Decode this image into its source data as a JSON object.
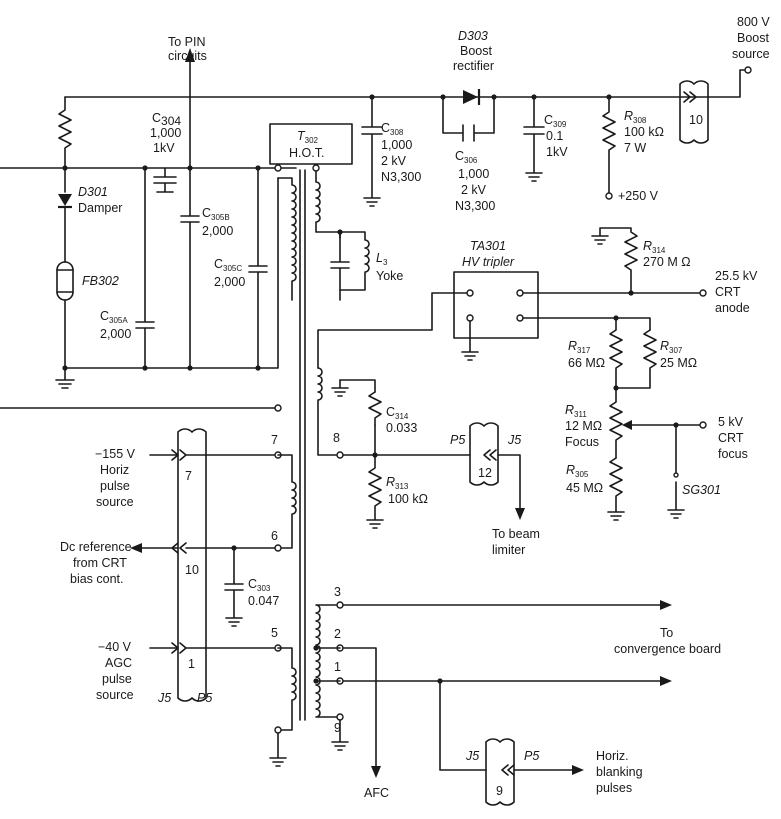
{
  "labels": {
    "to_pin_1": "To PIN",
    "to_pin_2": "circuits",
    "d303_1": "D303",
    "d303_2": "Boost",
    "d303_3": "rectifier",
    "boost_1": "800 V",
    "boost_2": "Boost",
    "boost_3": "source",
    "c304_name": "C",
    "c304_sub": "304",
    "c304_v1": "1,000",
    "c304_v2": "1kV",
    "t302_name": "T",
    "t302_sub": "302",
    "t302_desc": "H.O.T.",
    "c308_name": "C",
    "c308_sub": "308",
    "c308_v1": "1,000",
    "c308_v2": "2 kV",
    "c308_v3": "N3,300",
    "c306_name": "C",
    "c306_sub": "306",
    "c306_v1": "1,000",
    "c306_v2": "2 kV",
    "c306_v3": "N3,300",
    "c309_name": "C",
    "c309_sub": "309",
    "c309_v1": "0.1",
    "c309_v2": "1kV",
    "r308_name": "R",
    "r308_sub": "308",
    "r308_v1": "100 kΩ",
    "r308_v2": "7 W",
    "plus250": "+250 V",
    "conn10": "10",
    "d301_1": "D301",
    "d301_2": "Damper",
    "c305b_name": "C",
    "c305b_sub": "305B",
    "c305b_v": "2,000",
    "c305c_name": "C",
    "c305c_sub": "305C",
    "c305c_v": "2,000",
    "fb302": "FB302",
    "l3_name": "L",
    "l3_sub": "3",
    "l3_desc": "Yoke",
    "c305a_name": "C",
    "c305a_sub": "305A",
    "c305a_v": "2,000",
    "ta301_1": "TA301",
    "ta301_2": "HV tripler",
    "r314_name": "R",
    "r314_sub": "314",
    "r314_v": "270 M Ω",
    "anode_1": "25.5 kV",
    "anode_2": "CRT",
    "anode_3": "anode",
    "r317_name": "R",
    "r317_sub": "317",
    "r317_v": "66 MΩ",
    "r307_name": "R",
    "r307_sub": "307",
    "r307_v": "25 MΩ",
    "c314_name": "C",
    "c314_sub": "314",
    "c314_v": "0.033",
    "r311_name": "R",
    "r311_sub": "311",
    "r311_v1": "12 MΩ",
    "r311_v2": "Focus",
    "focus_1": "5 kV",
    "focus_2": "CRT",
    "focus_3": "focus",
    "pin8": "8",
    "p5_a": "P5",
    "j5_a": "J5",
    "conn12": "12",
    "r313_name": "R",
    "r313_sub": "313",
    "r313_v": "100 kΩ",
    "r305_name": "R",
    "r305_sub": "305",
    "r305_v": "45 MΩ",
    "sg301": "SG301",
    "beam_1": "To beam",
    "beam_2": "limiter",
    "hps_1": "−155 V",
    "hps_2": "Horiz",
    "hps_3": "pulse",
    "hps_4": "source",
    "conn7": "7",
    "pin7": "7",
    "dcref_1": "Dc reference",
    "dcref_2": "from CRT",
    "dcref_3": "bias cont.",
    "conn10b": "10",
    "pin6": "6",
    "c303_name": "C",
    "c303_sub": "303",
    "c303_v": "0.047",
    "agc_1": "−40 V",
    "agc_2": "AGC",
    "agc_3": "pulse",
    "agc_4": "source",
    "conn1": "1",
    "pin5": "5",
    "j5_b": "J5",
    "p5_b": "P5",
    "pin3": "3",
    "pin2": "2",
    "pin1": "1",
    "pin9": "9",
    "conv_1": "To",
    "conv_2": "convergence board",
    "afc": "AFC",
    "j5_c": "J5",
    "p5_c": "P5",
    "conn9": "9",
    "blank_1": "Horiz.",
    "blank_2": "blanking",
    "blank_3": "pulses"
  }
}
